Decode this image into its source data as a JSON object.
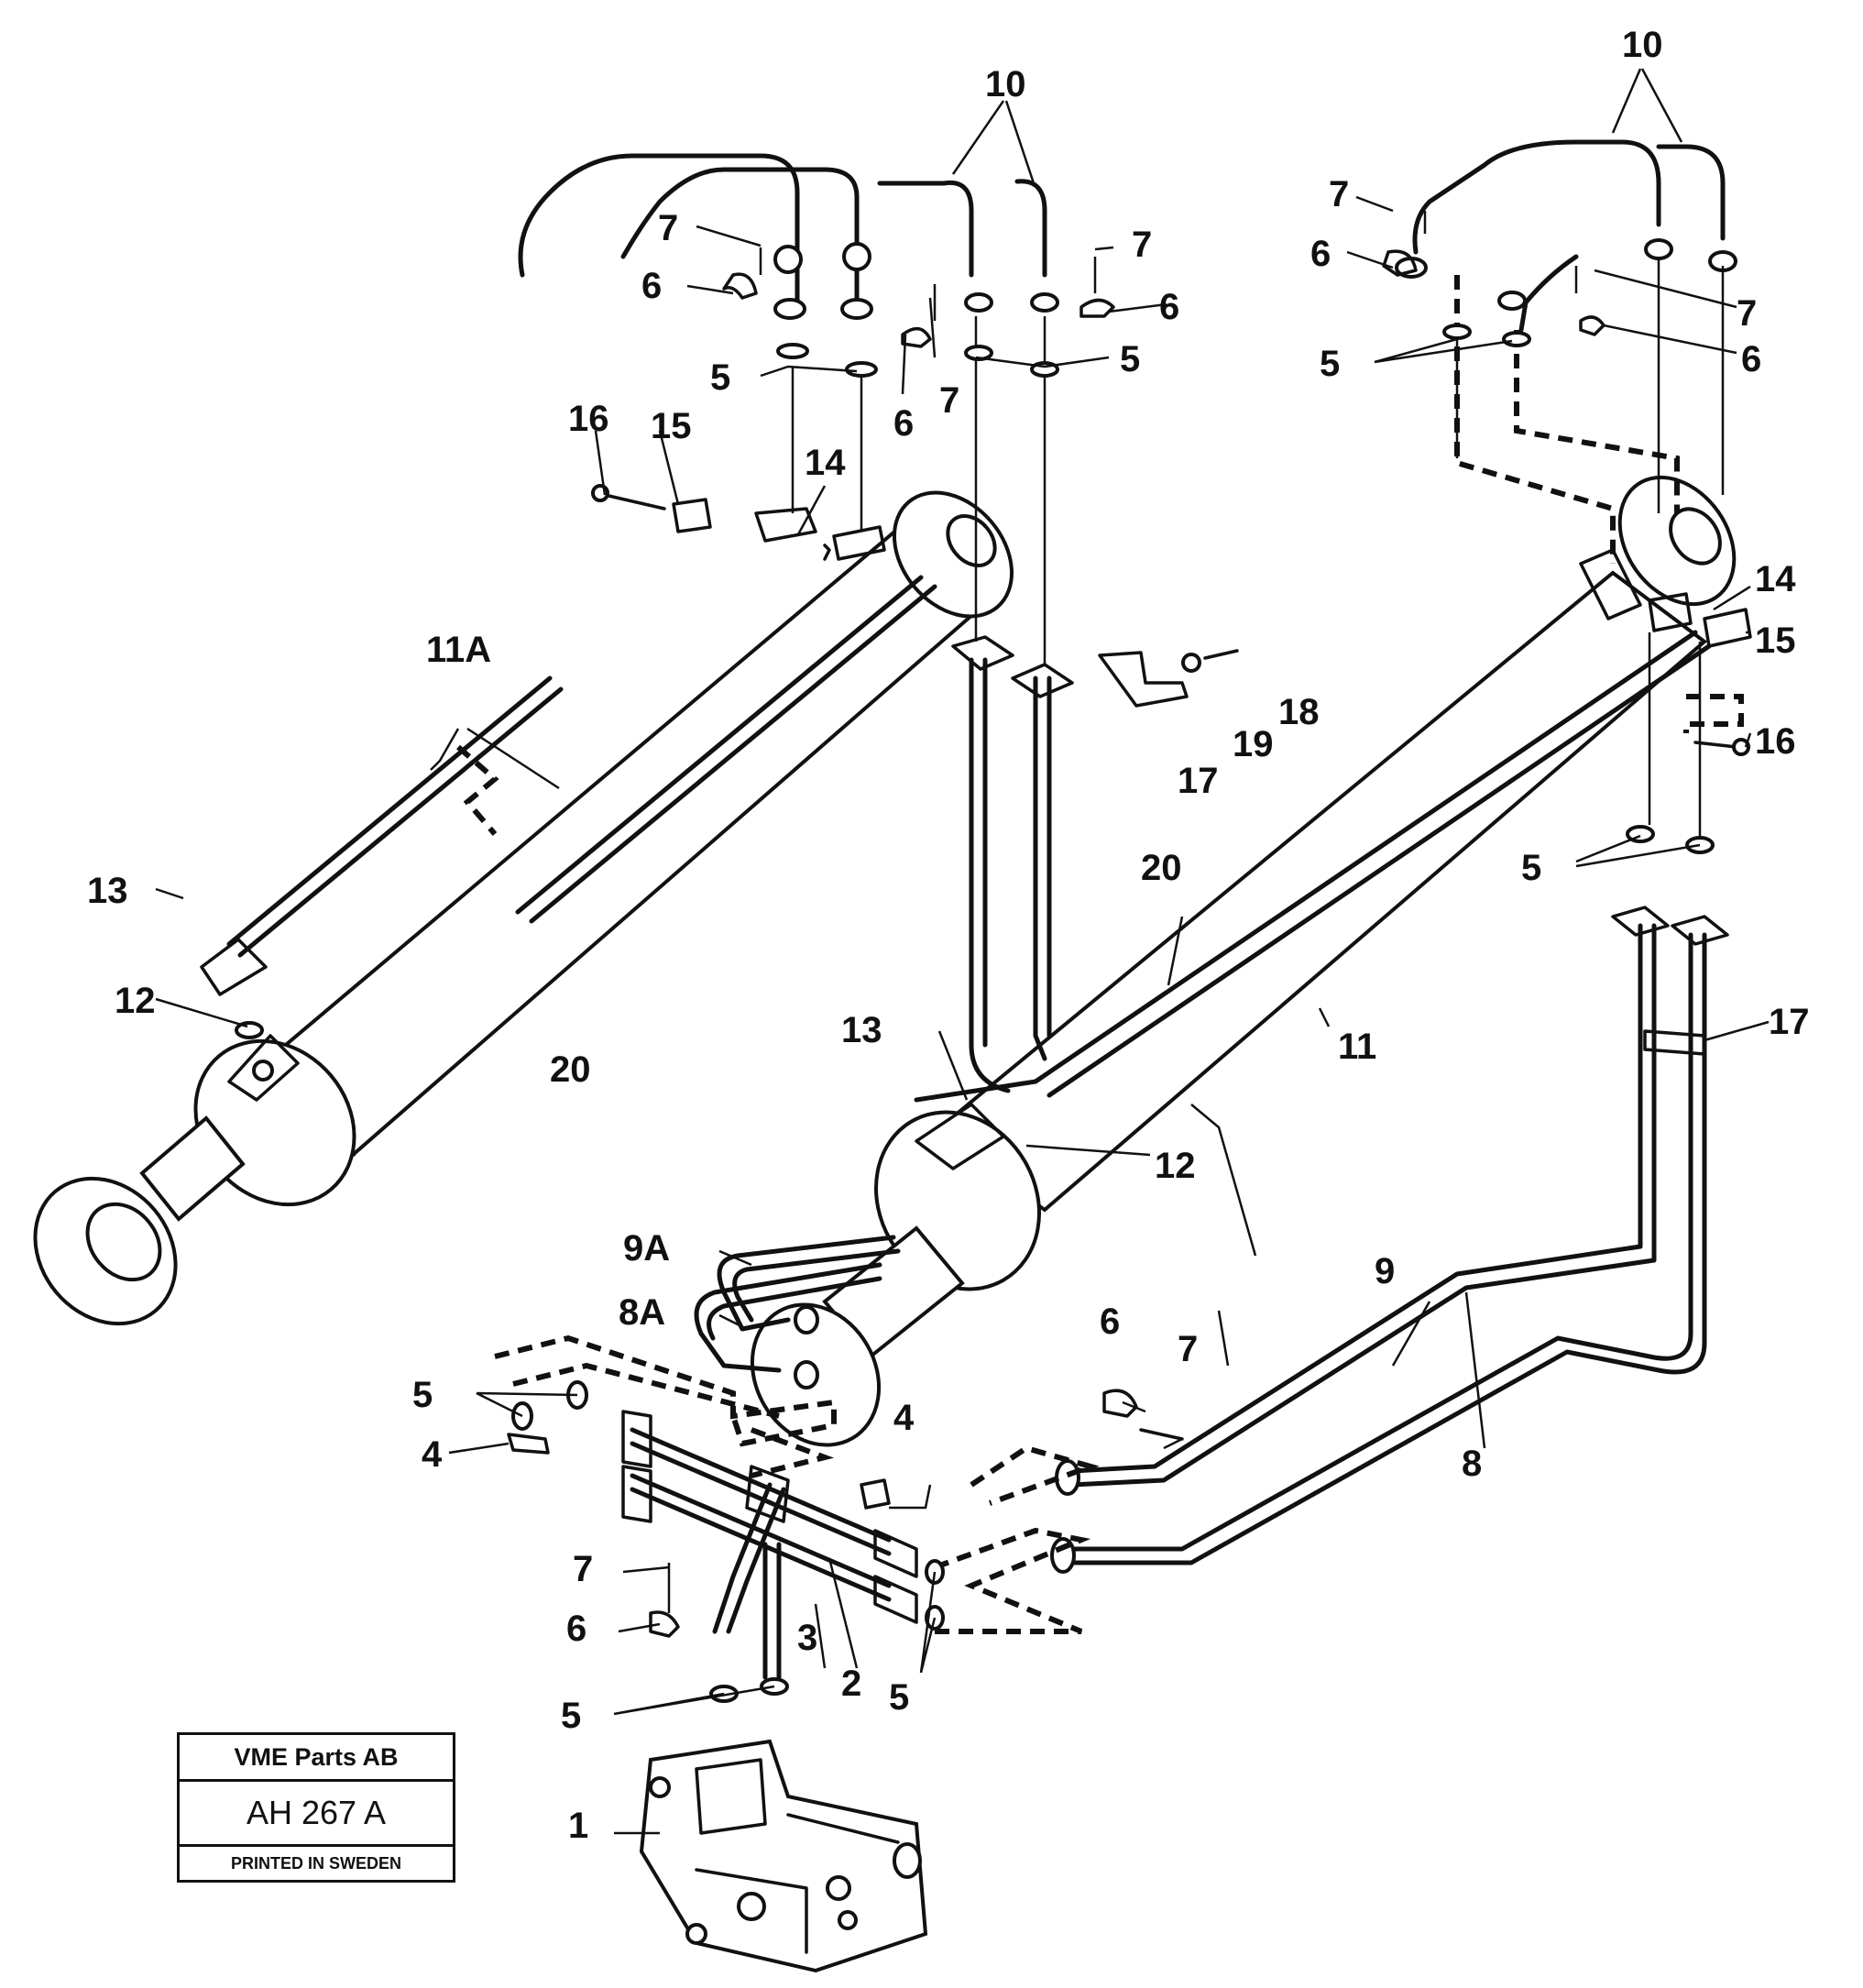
{
  "title_block": {
    "company": "VME Parts AB",
    "drawing_number": "AH 267 A",
    "printed": "PRINTED IN SWEDEN"
  },
  "callouts": [
    {
      "label": "1"
    },
    {
      "label": "2"
    },
    {
      "label": "3"
    },
    {
      "label": "4"
    },
    {
      "label": "4"
    },
    {
      "label": "5"
    },
    {
      "label": "5"
    },
    {
      "label": "5"
    },
    {
      "label": "5"
    },
    {
      "label": "5"
    },
    {
      "label": "5"
    },
    {
      "label": "5"
    },
    {
      "label": "6"
    },
    {
      "label": "6"
    },
    {
      "label": "6"
    },
    {
      "label": "6"
    },
    {
      "label": "6"
    },
    {
      "label": "6"
    },
    {
      "label": "6"
    },
    {
      "label": "7"
    },
    {
      "label": "7"
    },
    {
      "label": "7"
    },
    {
      "label": "7"
    },
    {
      "label": "7"
    },
    {
      "label": "7"
    },
    {
      "label": "7"
    },
    {
      "label": "8"
    },
    {
      "label": "8A"
    },
    {
      "label": "9"
    },
    {
      "label": "9A"
    },
    {
      "label": "10"
    },
    {
      "label": "10"
    },
    {
      "label": "11"
    },
    {
      "label": "11A"
    },
    {
      "label": "12"
    },
    {
      "label": "12"
    },
    {
      "label": "13"
    },
    {
      "label": "13"
    },
    {
      "label": "14"
    },
    {
      "label": "14"
    },
    {
      "label": "15"
    },
    {
      "label": "15"
    },
    {
      "label": "16"
    },
    {
      "label": "16"
    },
    {
      "label": "17"
    },
    {
      "label": "17"
    },
    {
      "label": "18"
    },
    {
      "label": "19"
    },
    {
      "label": "20"
    },
    {
      "label": "20"
    }
  ]
}
